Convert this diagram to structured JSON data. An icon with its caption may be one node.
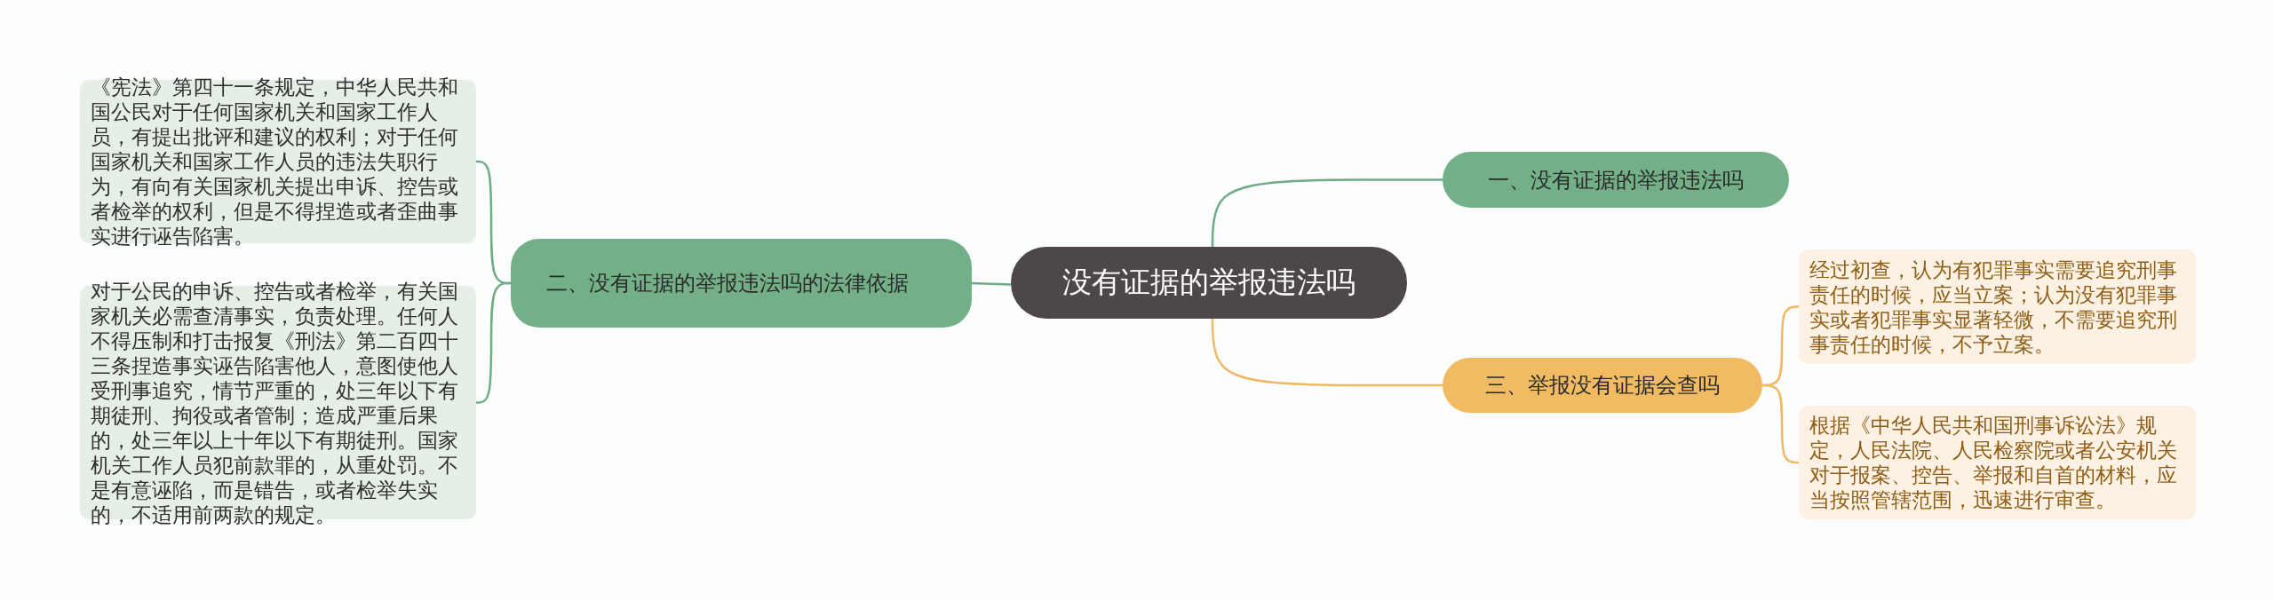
{
  "diagram": {
    "nodes": [
      {
        "text": [
          "没有证据的举报违法吗"
        ]
      },
      {
        "text": [
          "一、没有证据的举报违法吗"
        ]
      },
      {
        "text": [
          "二、没有证据的举报违法吗的法律依据"
        ]
      },
      {
        "text": [
          "《宪法》第四十一条规定，中华人民共和国公民对于任何国家机关和国家工作人员，有提出批评和建议的权利；对于任何国家机关和国家工作人员的违法失职行为，有向有关国家机关提出申诉、控告或者检举的权利，但是不得捏造或者歪曲事实进行诬告陷害。"
        ]
      },
      {
        "text": [
          "对于公民的申诉、控告或者检举，有关国家机关必需查清事实，负责处理。任何人不得压制和打击报复《刑法》第二百四十三条捏造事实诬告陷害他人，意图使他人受刑事追究，情节严重的，处三年以下有期徒刑、拘役或者管制；造成严重后果的，处三年以上十年以下有期徒刑。国家机关工作人员犯前款罪的，从重处罚。不是有意诬陷，而是错告，或者检举失实的，不适用前两款的规定。"
        ]
      },
      {
        "text": [
          "三、举报没有证据会查吗"
        ]
      },
      {
        "text": [
          "经过初查，认为有犯罪事实需要追究刑事责任的时候，应当立案；认为没有犯罪事实或者犯罪事实显著轻微，不需要追究刑事责任的时候，不予立案。"
        ]
      },
      {
        "text": [
          "根据《中华人民共和国刑事诉讼法》规定，人民法院、人民检察院或者公安机关对于报案、控告、举报和自首的材料，应当按照管辖范围，迅速进行审查。"
        ]
      }
    ],
    "edges": [
      {
        "from": 0,
        "to": 1,
        "arrow": "none"
      },
      {
        "from": 0,
        "to": 2,
        "arrow": "none"
      },
      {
        "from": 2,
        "to": 3,
        "arrow": "none"
      },
      {
        "from": 2,
        "to": 4,
        "arrow": "none"
      },
      {
        "from": 0,
        "to": 5,
        "arrow": "none",
        "color": "#eeb960"
      },
      {
        "from": 5,
        "to": 6,
        "arrow": "none",
        "color": "#eeb960"
      },
      {
        "from": 5,
        "to": 7,
        "arrow": "none",
        "color": "#eeb960"
      }
    ]
  }
}
